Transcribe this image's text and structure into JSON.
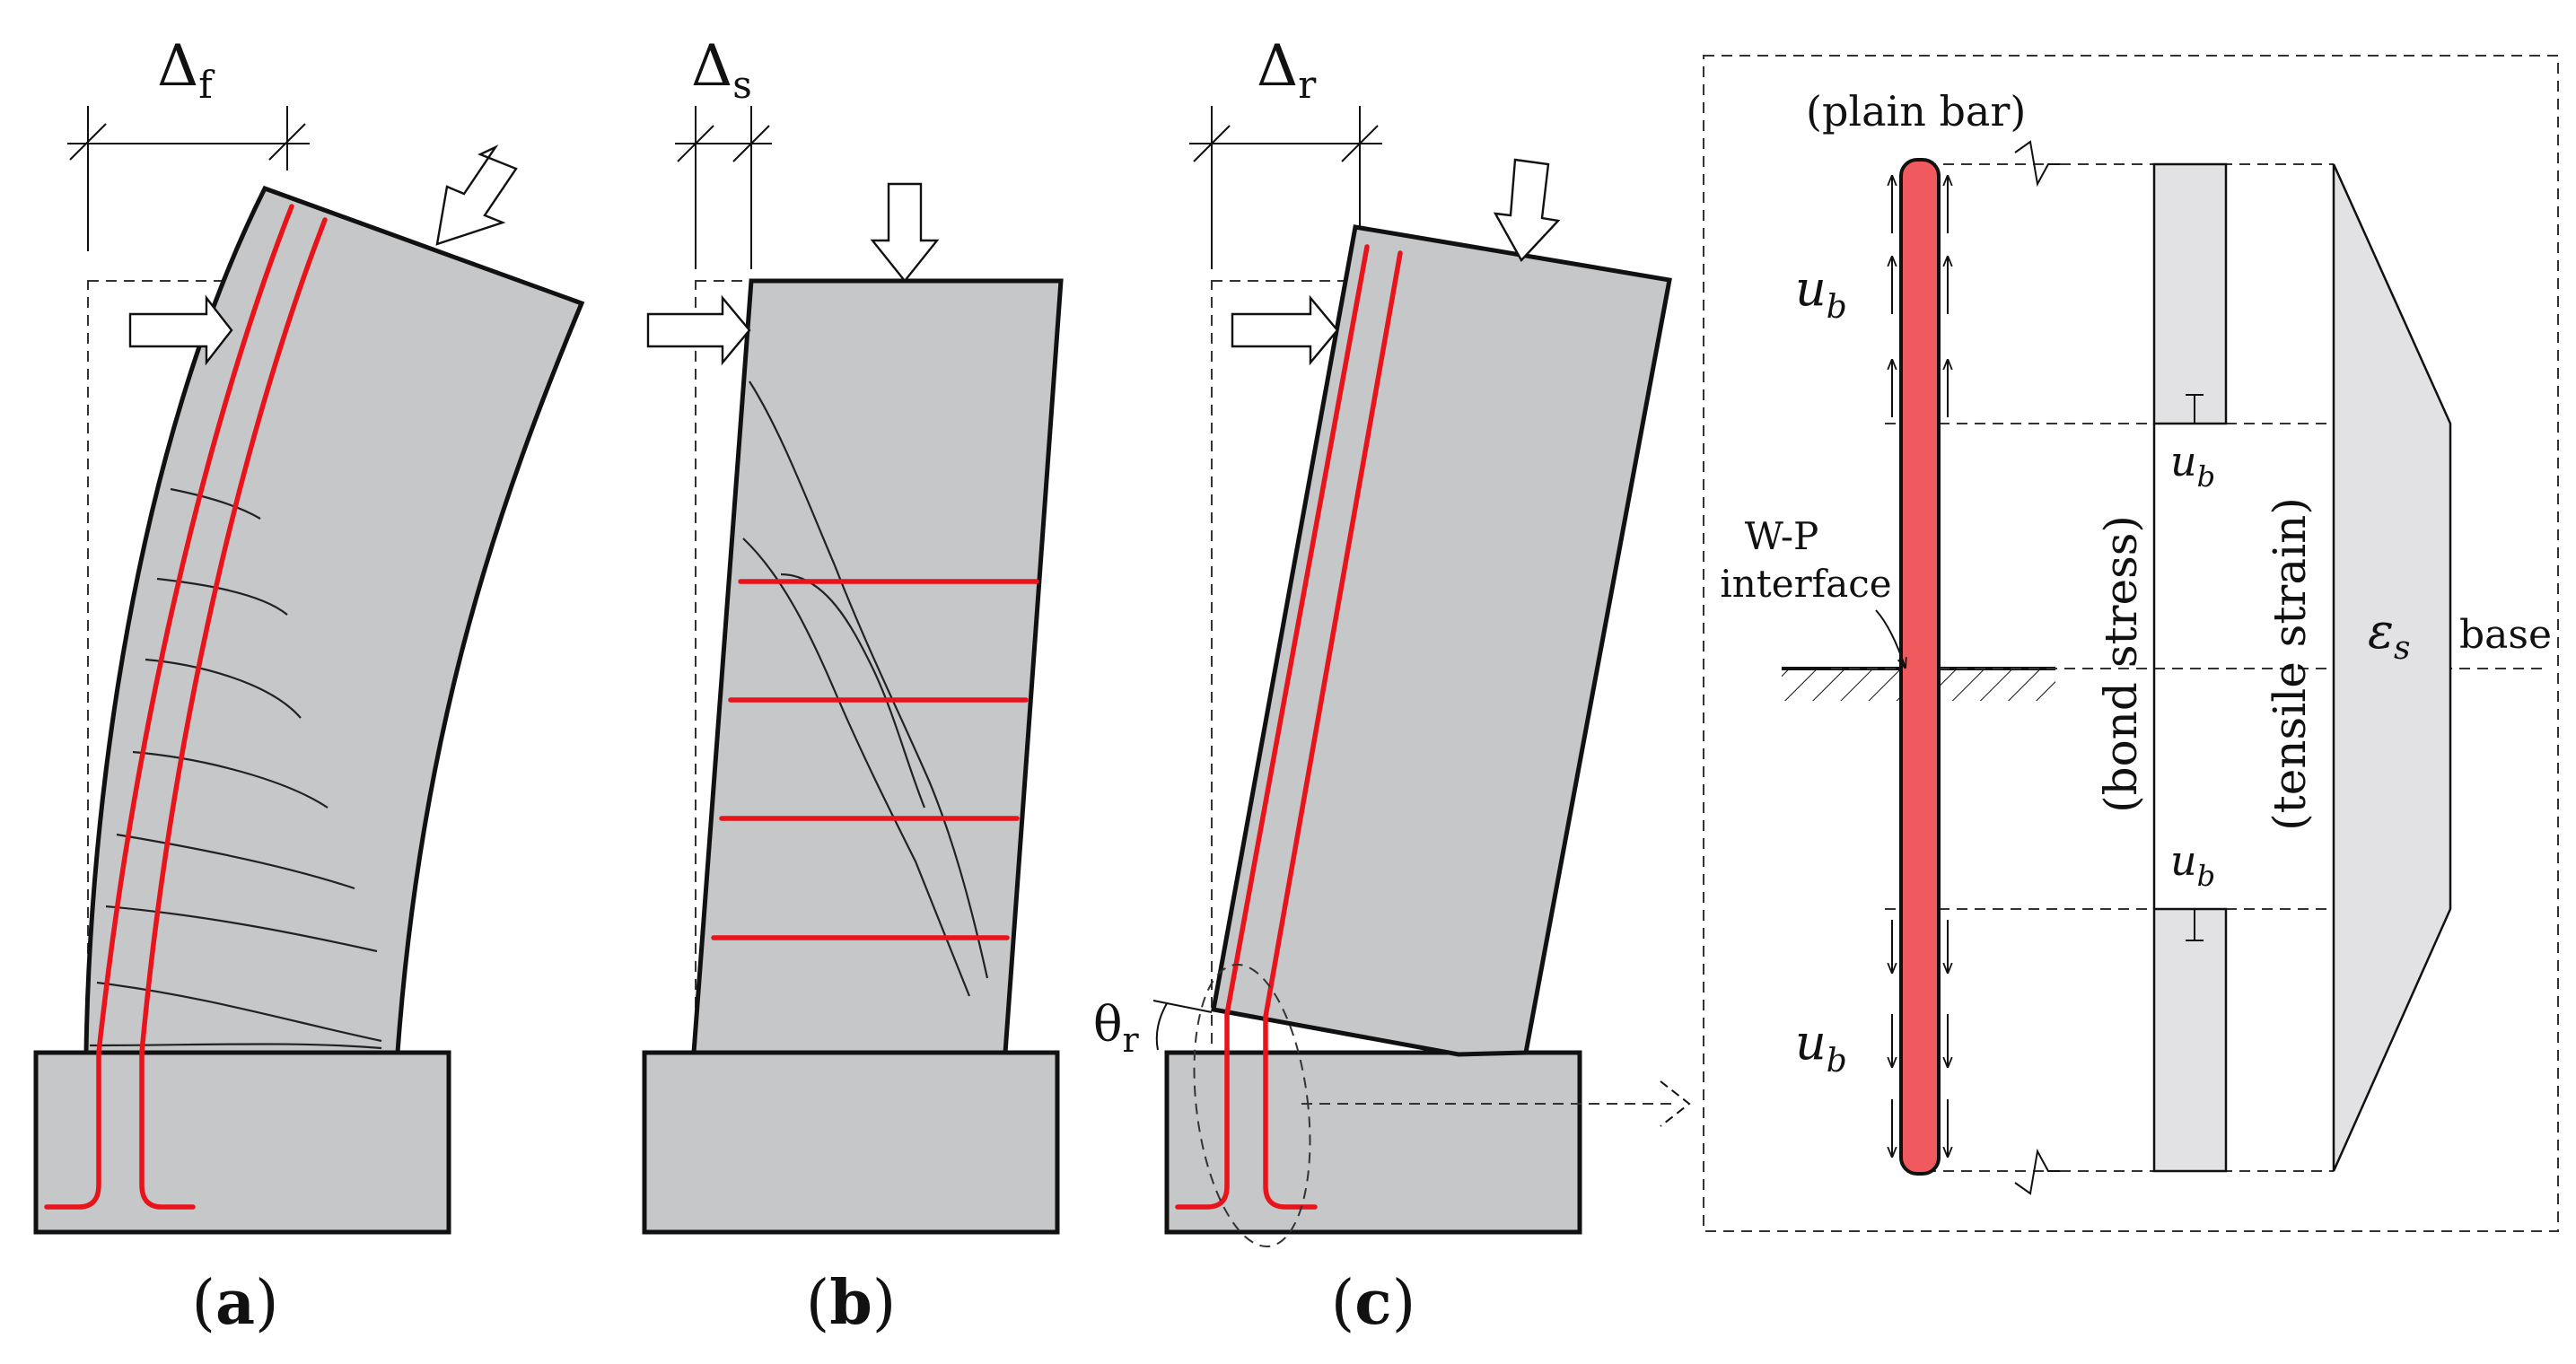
{
  "panels": {
    "a": {
      "caption_open": "(",
      "caption_letter": "a",
      "caption_close": ")",
      "delta_symbol": "Δ",
      "delta_sub": "f"
    },
    "b": {
      "caption_open": "(",
      "caption_letter": "b",
      "caption_close": ")",
      "delta_symbol": "Δ",
      "delta_sub": "s"
    },
    "c": {
      "caption_open": "(",
      "caption_letter": "c",
      "caption_close": ")",
      "delta_symbol": "Δ",
      "delta_sub": "r",
      "rotation_symbol": "θ",
      "rotation_sub": "r"
    }
  },
  "detail": {
    "bar_label": "(plain bar)",
    "interface_line1": "W-P",
    "interface_line2": "interface",
    "bond_stress_label": "(bond stress)",
    "tensile_strain_label": "(tensile strain)",
    "strain_symbol": "ε",
    "strain_sub": "s",
    "base_label": "base",
    "bond_symbol": "u",
    "bond_sub": "b"
  },
  "colors": {
    "concrete": "#c6c7c9",
    "rebar": "#e8141b",
    "plain_bar": "#f05a5e",
    "stress_fill": "#e2e2e4"
  }
}
